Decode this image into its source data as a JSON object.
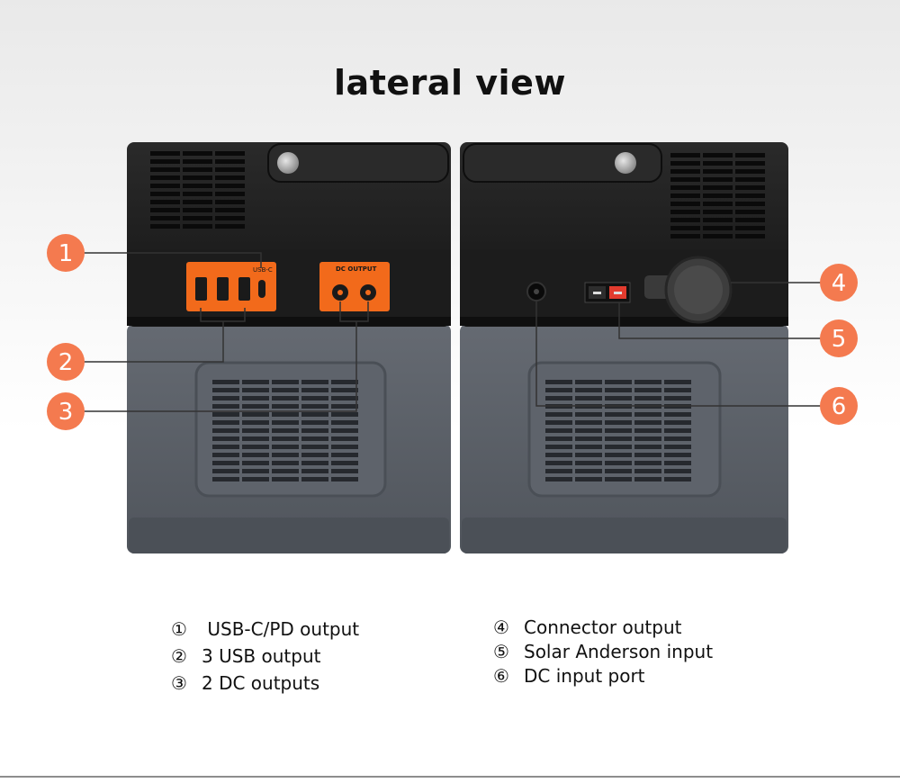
{
  "title": "lateral view",
  "left_unit": {
    "usb_c_label": "USB-C",
    "dc_output_label": "DC OUTPUT"
  },
  "callouts": [
    {
      "num": "1"
    },
    {
      "num": "2"
    },
    {
      "num": "3"
    },
    {
      "num": "4"
    },
    {
      "num": "5"
    },
    {
      "num": "6"
    }
  ],
  "legend_left": [
    {
      "num": "①",
      "text": " USB-C/PD output"
    },
    {
      "num": "②",
      "text": "3 USB output"
    },
    {
      "num": "③",
      "text": "2 DC outputs"
    }
  ],
  "legend_right": [
    {
      "num": "④",
      "text": "Connector output"
    },
    {
      "num": "⑤",
      "text": "Solar Anderson input"
    },
    {
      "num": "⑥",
      "text": "DC input port"
    }
  ],
  "colors": {
    "accent": "#f26d3d",
    "callout_fill": "#f47a4f",
    "port_panel": "#f26a1b",
    "black_body": "#1a1a1a",
    "gray_body": "#5b6068",
    "line": "#333333"
  }
}
